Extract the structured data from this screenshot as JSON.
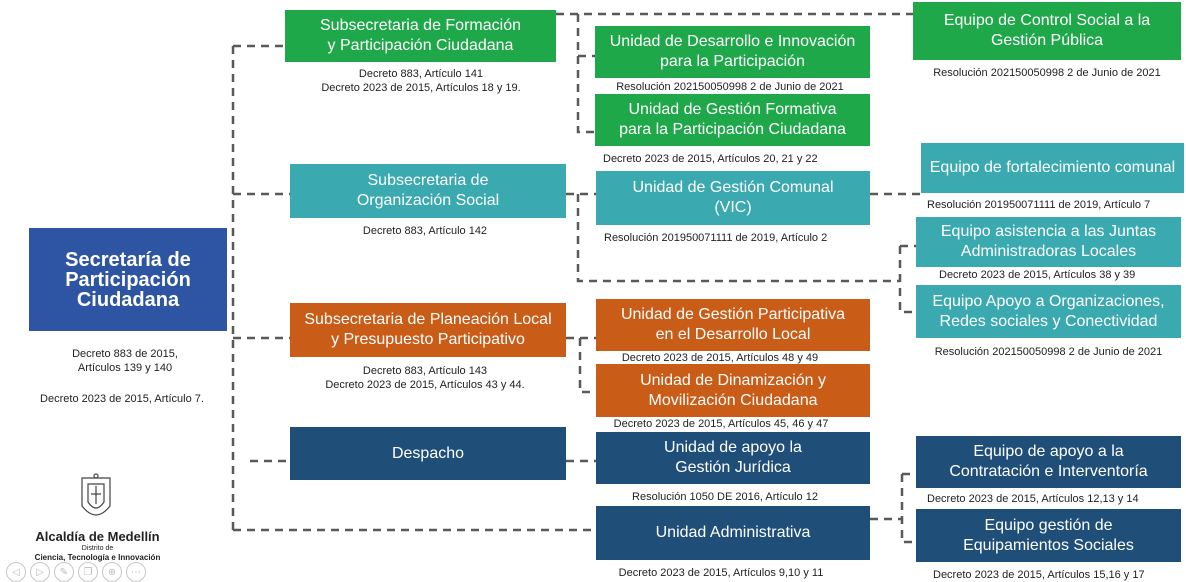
{
  "root": {
    "label": "Secretaría de\nParticipación\nCiudadana",
    "caption1": "Decreto 883 de 2015,\nArtículos 139 y 140",
    "caption2": "Decreto 2023 de 2015, Artículo 7."
  },
  "subsecretarias": [
    {
      "label": "Subsecretaria de Formación\ny Participación Ciudadana",
      "caption": "Decreto 883, Artículo 141\nDecreto 2023 de 2015, Artículos 18 y 19."
    },
    {
      "label": "Subsecretaria de\nOrganización Social",
      "caption": "Decreto 883, Artículo 142"
    },
    {
      "label": "Subsecretaria de Planeación Local\ny Presupuesto Participativo",
      "caption": "Decreto 883, Artículo 143\nDecreto 2023 de 2015, Artículos  43 y 44."
    },
    {
      "label": "Despacho",
      "caption": ""
    }
  ],
  "unidades": [
    {
      "label": "Unidad de Desarrollo e Innovación\npara la Participación",
      "caption": "Resolución 202150050998 2 de Junio de 2021"
    },
    {
      "label": "Unidad de Gestión Formativa\npara la Participación Ciudadana",
      "caption": "Decreto 2023 de 2015, Artículos 20, 21 y 22"
    },
    {
      "label": "Unidad de Gestión Comunal\n(VIC)",
      "caption": "Resolución 201950071111 de 2019, Artículo 2"
    },
    {
      "label": "Unidad  de Gestión Participativa\nen el  Desarrollo Local",
      "caption": "Decreto 2023 de 2015, Artículos  48 y 49"
    },
    {
      "label": "Unidad de Dinamización y\nMovilización Ciudadana",
      "caption": "Decreto 2023 de 2015, Artículos 45, 46 y 47"
    },
    {
      "label": "Unidad de apoyo la\nGestión Jurídica",
      "caption": "Resolución  1050 DE 2016,  Artículo 12"
    },
    {
      "label": "Unidad Administrativa",
      "caption": "Decreto 2023 de 2015, Artículos 9,10 y 11"
    }
  ],
  "equipos": [
    {
      "label": "Equipo de Control Social a la\nGestión Pública",
      "caption": "Resolución 202150050998 2 de Junio de 2021"
    },
    {
      "label": "Equipo de fortalecimiento comunal",
      "caption": "Resolución 201950071111 de 2019, Artículo 7"
    },
    {
      "label": "Equipo asistencia a las Juntas\nAdministradoras Locales",
      "caption": "Decreto 2023 de 2015, Artículos  38 y 39"
    },
    {
      "label": "Equipo Apoyo a Organizaciones,\nRedes sociales y Conectividad",
      "caption": "Resolución 202150050998 2 de Junio de 2021"
    },
    {
      "label": "Equipo de apoyo a la\nContratación e Interventoría",
      "caption": "Decreto 2023 de 2015, Artículos 12,13 y 14"
    },
    {
      "label": "Equipo gestión de\nEquipamientos Sociales",
      "caption": "Decreto 2023 de 2015, Artículos 15,16 y 17"
    }
  ],
  "logo": {
    "name": "Alcaldía de Medellín",
    "line2": "Distrito de",
    "line3": "Ciencia, Tecnología e Innovación"
  },
  "colors": {
    "green": "#1fa84a",
    "teal": "#3aaab0",
    "orange": "#c95c17",
    "navy": "#1f4e79",
    "root": "#2e55a3",
    "connector": "#595959"
  },
  "nav_icons": [
    "back-icon",
    "forward-icon",
    "pen-icon",
    "copy-icon",
    "zoom-icon",
    "more-icon"
  ]
}
